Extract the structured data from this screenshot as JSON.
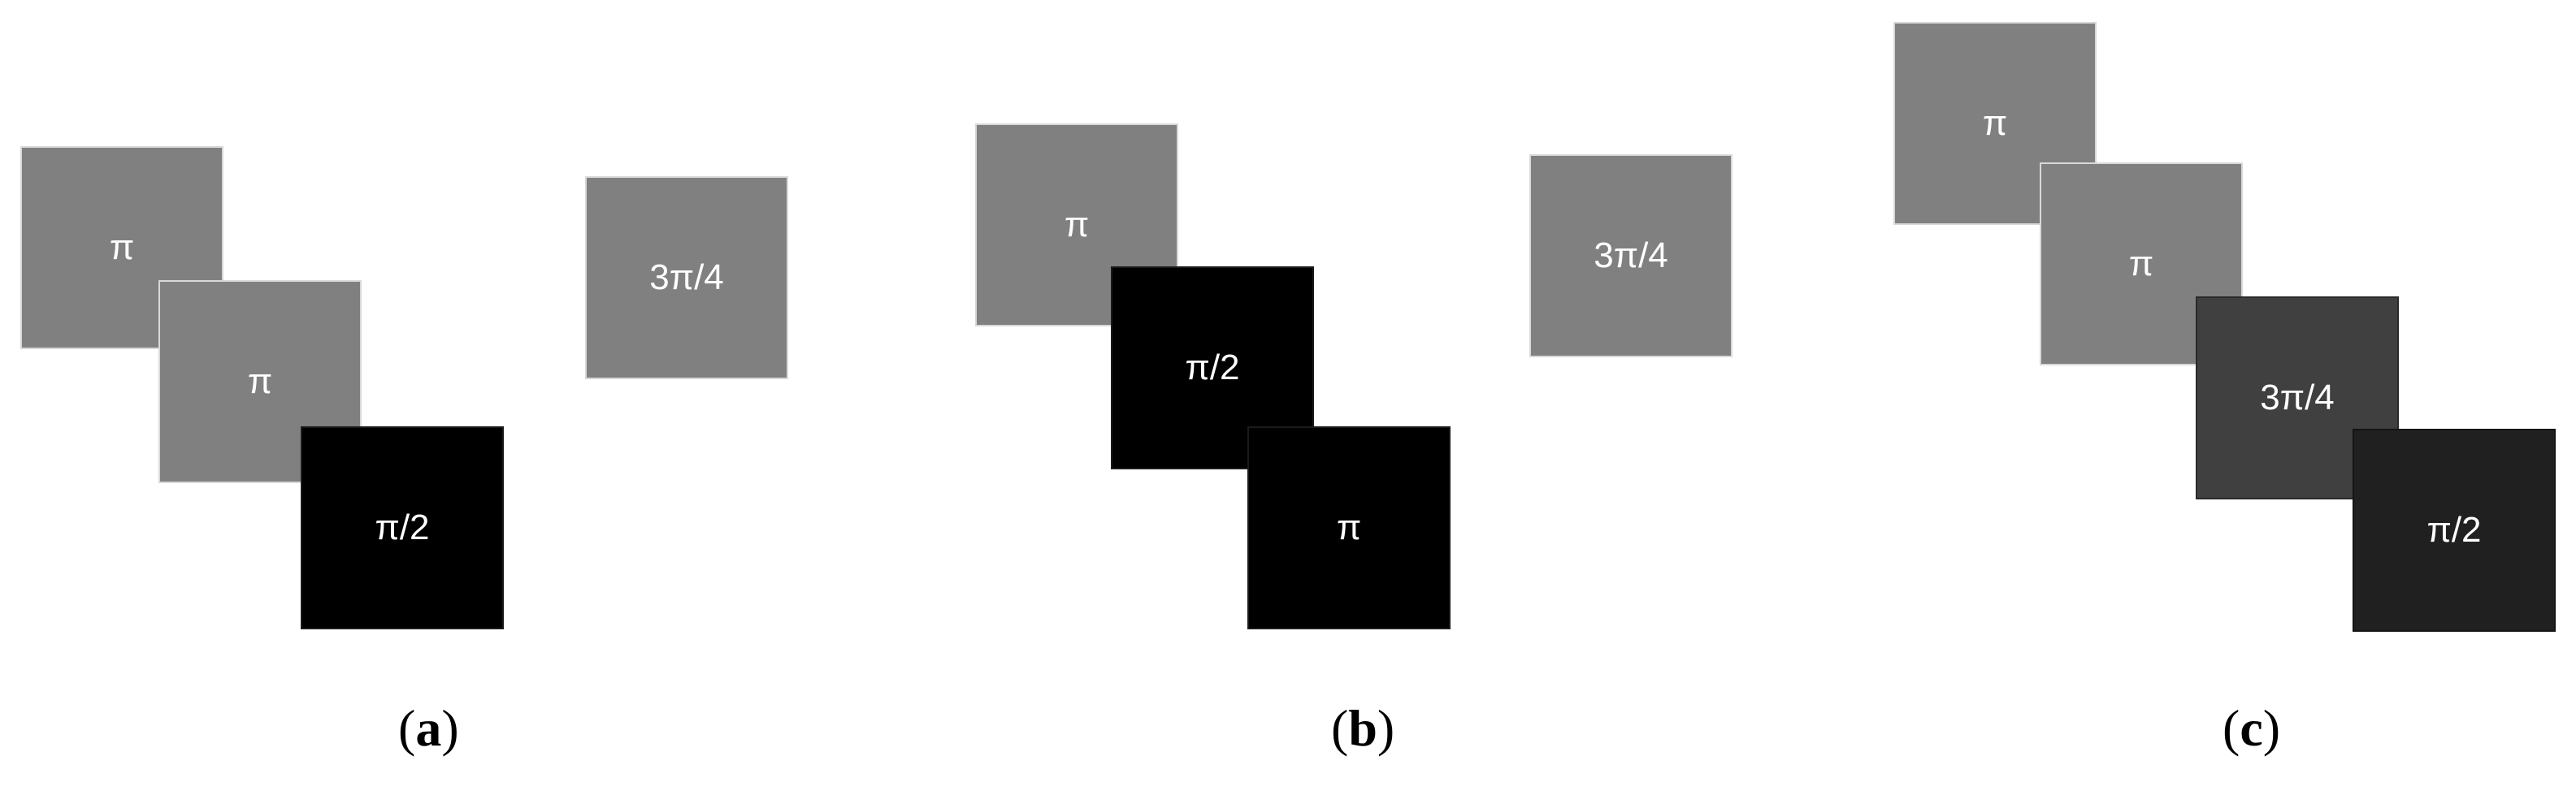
{
  "panels": [
    {
      "caption_open": "(",
      "caption_letter": "a",
      "caption_close": ")",
      "squares": [
        {
          "label": "π",
          "shade": "#808080"
        },
        {
          "label": "π",
          "shade": "#808080"
        },
        {
          "label": "π/2",
          "shade": "#000000"
        },
        {
          "label": "3π/4",
          "shade": "#808080"
        }
      ]
    },
    {
      "caption_open": "(",
      "caption_letter": "b",
      "caption_close": ")",
      "squares": [
        {
          "label": "π",
          "shade": "#808080"
        },
        {
          "label": "π/2",
          "shade": "#000000"
        },
        {
          "label": "π",
          "shade": "#000000"
        },
        {
          "label": "3π/4",
          "shade": "#808080"
        }
      ]
    },
    {
      "caption_open": "(",
      "caption_letter": "c",
      "caption_close": ")",
      "squares": [
        {
          "label": "π",
          "shade": "#808080"
        },
        {
          "label": "π",
          "shade": "#808080"
        },
        {
          "label": "3π/4",
          "shade": "#404040"
        },
        {
          "label": "π/2",
          "shade": "#202020"
        }
      ]
    }
  ]
}
